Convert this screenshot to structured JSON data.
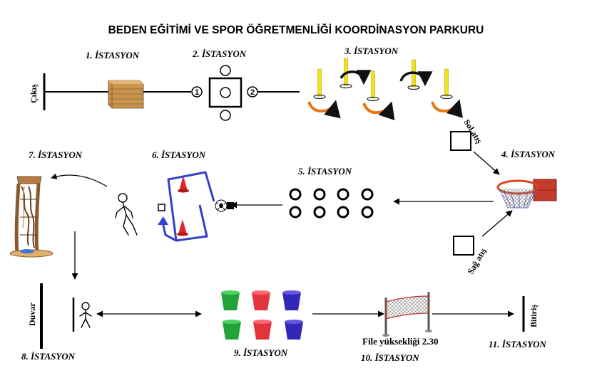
{
  "title": "BEDEN EĞİTİMİ VE SPOR ÖĞRETMENLİĞİ KOORDİNASYON PARKURU",
  "stations": {
    "s1": "1. İSTASYON",
    "s2": "2. İSTASYON",
    "s3": "3. İSTASYON",
    "s4": "4. İSTASYON",
    "s5": "5. İSTASYON",
    "s6": "6. İSTASYON",
    "s7": "7. İSTASYON",
    "s8": "8. İSTASYON",
    "s9": "9. İSTASYON",
    "s10": "10. İSTASYON",
    "s11": "11. İSTASYON"
  },
  "labels": {
    "start": "Çıkış",
    "finish": "Bitiriş",
    "wall": "Duvar",
    "left_throw": "Sol atış",
    "right_throw": "Sağ atış",
    "net_height": "File yüksekliği 2.30",
    "marker_1": "1",
    "marker_2": "2"
  },
  "colors": {
    "pole": "#f2e21a",
    "arrow_orange": "#e87412",
    "path_blue": "#3340c8",
    "cone": "#e0242a",
    "bucket_green": "#22a33a",
    "bucket_red": "#e3343c",
    "bucket_blue": "#3228b8",
    "vault_box": "#c9954e",
    "hoop_rim": "#d84a22"
  },
  "icons": [
    "vaulting-box-icon",
    "pole-icon",
    "turn-arrow-icon",
    "basketball-hoop-icon",
    "ring-icon",
    "cone-icon",
    "football-icon",
    "stick-figure-icon",
    "climbing-frame-icon",
    "bucket-icon",
    "volleyball-net-icon"
  ]
}
